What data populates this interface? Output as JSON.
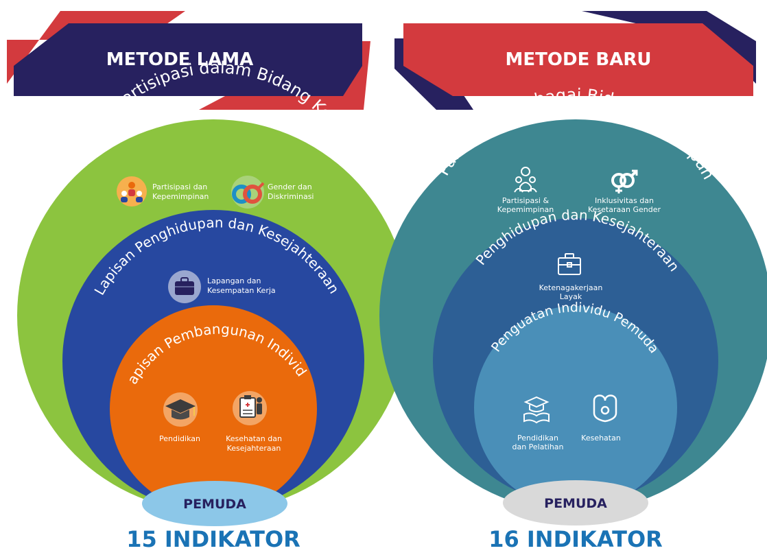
{
  "colors": {
    "navy": "#27215f",
    "red": "#d33a3e",
    "old_outer": "#8cc43f",
    "old_middle": "#2748a0",
    "old_inner": "#ea6a0c",
    "old_base": "#8cc7e8",
    "new_outer": "#3e8791",
    "new_middle": "#2d5f95",
    "new_inner": "#4a8fb8",
    "new_base": "#d9d9d9",
    "count_text": "#1a73b5"
  },
  "old_method": {
    "title": "METODE LAMA",
    "outer_ring": {
      "title": "Lapisan Partisipasi dalam Bidang Kehidupan",
      "items": [
        {
          "icon": "people-leader-icon",
          "label_line1": "Partisipasi dan",
          "label_line2": "Kepemimpinan"
        },
        {
          "icon": "gender-symbols-icon",
          "label_line1": "Gender dan",
          "label_line2": "Diskriminasi"
        }
      ]
    },
    "middle_ring": {
      "title": "Lapisan Penghidupan dan Kesejahteraan",
      "items": [
        {
          "icon": "briefcase-icon",
          "label_line1": "Lapangan dan",
          "label_line2": "Kesempatan Kerja"
        }
      ]
    },
    "inner_ring": {
      "title": "Lapisan Pembangunan Individu",
      "items": [
        {
          "icon": "graduation-cap-icon",
          "label_line1": "Pendidikan",
          "label_line2": ""
        },
        {
          "icon": "health-clipboard-icon",
          "label_line1": "Kesehatan dan",
          "label_line2": "Kesejahteraan"
        }
      ]
    },
    "base": "PEMUDA",
    "indicator_count": "15 INDIKATOR"
  },
  "new_method": {
    "title": "METODE BARU",
    "outer_ring": {
      "title": "Partisipasi Berbagai Bidang Kehidupan",
      "items": [
        {
          "icon": "people-group-icon",
          "label_line1": "Partisipasi &",
          "label_line2": "Kepemimpinan"
        },
        {
          "icon": "gender-symbols-icon",
          "label_line1": "Inklusivitas dan",
          "label_line2": "Kesetaraan Gender"
        }
      ]
    },
    "middle_ring": {
      "title": "Penghidupan dan Kesejahteraan",
      "items": [
        {
          "icon": "briefcase-icon",
          "label_line1": "Ketenagakerjaan",
          "label_line2": "Layak"
        }
      ]
    },
    "inner_ring": {
      "title": "Penguatan Individu Pemuda",
      "items": [
        {
          "icon": "book-cap-icon",
          "label_line1": "Pendidikan",
          "label_line2": "dan Pelatihan"
        },
        {
          "icon": "stethoscope-icon",
          "label_line1": "Kesehatan",
          "label_line2": ""
        }
      ]
    },
    "base": "PEMUDA",
    "indicator_count": "16 INDIKATOR"
  }
}
